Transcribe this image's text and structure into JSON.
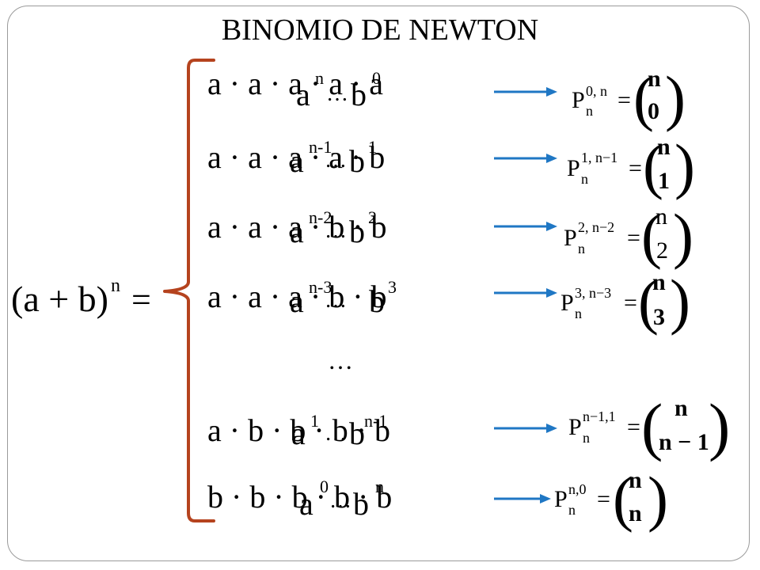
{
  "title": "BINOMIO DE NEWTON",
  "colors": {
    "bracket": "#b5431e",
    "arrow": "#1f77c4",
    "frame": "#9a9a9a"
  },
  "lhs": {
    "expr": "(a + b)",
    "exponent": "n",
    "equals": "="
  },
  "rows": [
    {
      "product": "a · a · a · a · a",
      "overlay_base": "a",
      "overlay_a_exp": "n",
      "overlay_dots": "…",
      "overlay_b": "b",
      "overlay_b_exp": "0",
      "perm_letter": "P",
      "perm_sub": "n",
      "perm_sup": "0, n",
      "equals": "=",
      "binom_top": "n",
      "binom_bottom": "0"
    },
    {
      "product": "a · a · a · a · b",
      "overlay_base": "a",
      "overlay_a_exp": "n-1",
      "overlay_dots": "…",
      "overlay_b": "b",
      "overlay_b_exp": "1",
      "perm_letter": "P",
      "perm_sub": "n",
      "perm_sup": "1, n−1",
      "equals": "=",
      "binom_top": "n",
      "binom_bottom": "1"
    },
    {
      "product": "a · a · a · b · b",
      "overlay_base": "a",
      "overlay_a_exp": "n-2",
      "overlay_dots": "…",
      "overlay_b": "b",
      "overlay_b_exp": "2",
      "perm_letter": "P",
      "perm_sub": "n",
      "perm_sup": "2, n−2",
      "equals": "=",
      "binom_top": "n",
      "binom_bottom": "2"
    },
    {
      "product": "a · a · a · b · b",
      "overlay_base": "a",
      "overlay_a_exp": "n-3",
      "overlay_dots": "…",
      "overlay_b": "b",
      "overlay_b_exp": "3",
      "perm_letter": "P",
      "perm_sub": "n",
      "perm_sup": "3, n−3",
      "equals": "=",
      "binom_top": "n",
      "binom_bottom": "3"
    },
    {
      "product": "a · b · b · b · b",
      "overlay_base": "a",
      "overlay_a_exp": "1",
      "overlay_dots": "…",
      "overlay_b": "b",
      "overlay_b_exp": "n-1",
      "perm_letter": "P",
      "perm_sub": "n",
      "perm_sup": "n−1,1",
      "equals": "=",
      "binom_top": "n",
      "binom_bottom": "n − 1"
    },
    {
      "product": "b · b · b · b · b",
      "overlay_base": "a",
      "overlay_a_exp": "0",
      "overlay_dots": "…",
      "overlay_b": "b",
      "overlay_b_exp": "n",
      "perm_letter": "P",
      "perm_sub": "n",
      "perm_sup": "n,0",
      "equals": "=",
      "binom_top": "n",
      "binom_bottom": "n"
    }
  ],
  "ellipsis": "…"
}
